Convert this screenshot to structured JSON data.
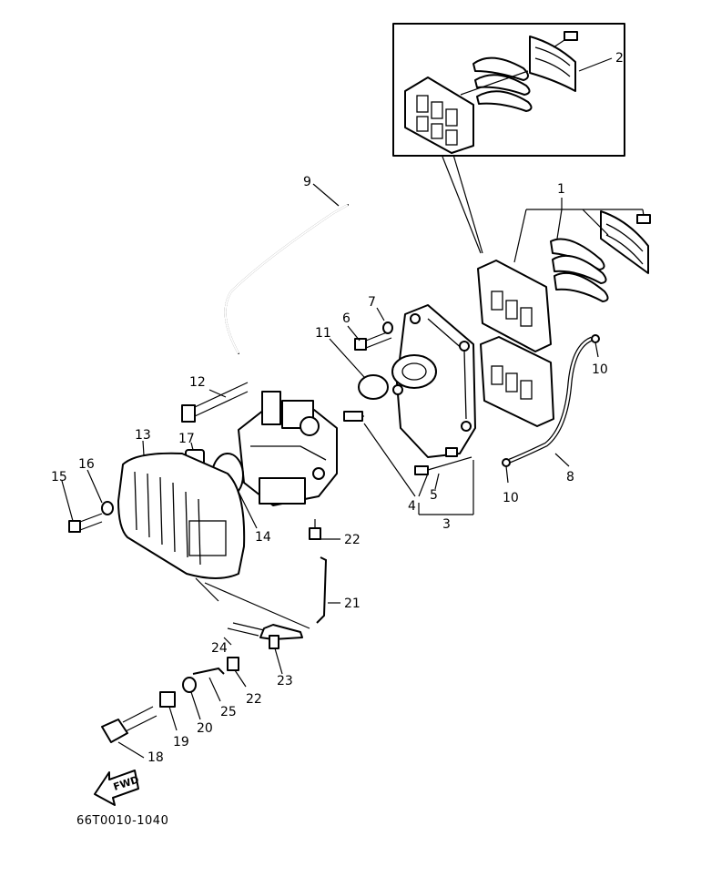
{
  "callouts": {
    "n1": "1",
    "n2": "2",
    "n3": "3",
    "n4": "4",
    "n5": "5",
    "n6": "6",
    "n7": "7",
    "n8": "8",
    "n9": "9",
    "n10a": "10",
    "n10b": "10",
    "n11": "11",
    "n12": "12",
    "n13": "13",
    "n14": "14",
    "n15": "15",
    "n16": "16",
    "n17": "17",
    "n18": "18",
    "n19": "19",
    "n20": "20",
    "n21": "21",
    "n22a": "22",
    "n22b": "22",
    "n23": "23",
    "n24": "24",
    "n25": "25"
  },
  "fwd_label": "FWD",
  "diagram_code": "66T0010-1040"
}
